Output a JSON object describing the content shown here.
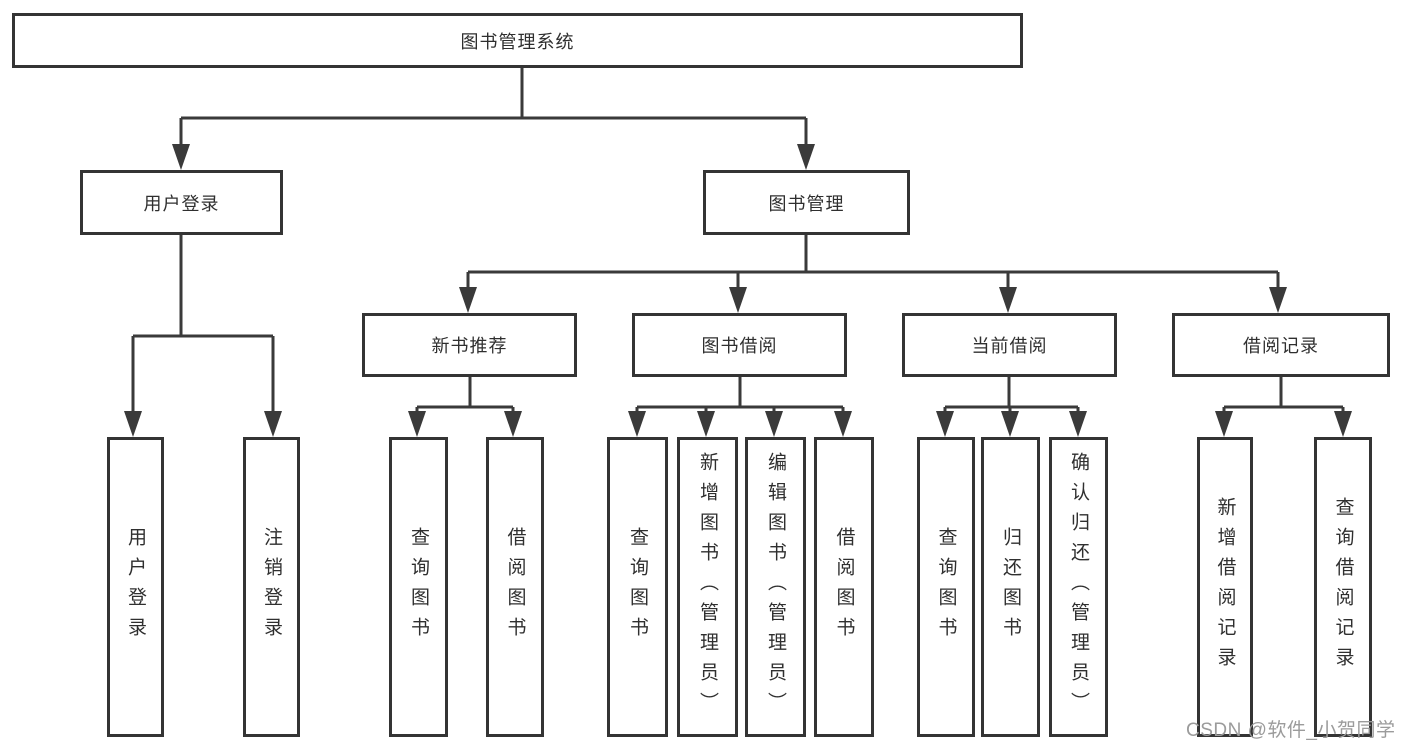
{
  "colors": {
    "line": "#3a3a3a",
    "box_border": "#343434",
    "text": "#2f2f2f",
    "background": "#ffffff",
    "watermark": "#9b9b9b"
  },
  "watermark": {
    "text": "CSDN @软件_小贺同学"
  },
  "tree": {
    "label": "图书管理系统",
    "children": [
      {
        "label": "用户登录",
        "children": [
          {
            "label": "用户登录"
          },
          {
            "label": "注销登录"
          }
        ]
      },
      {
        "label": "图书管理",
        "children": [
          {
            "label": "新书推荐",
            "children": [
              {
                "label": "查询图书"
              },
              {
                "label": "借阅图书"
              }
            ]
          },
          {
            "label": "图书借阅",
            "children": [
              {
                "label": "查询图书"
              },
              {
                "label": "新增图书（管理员）"
              },
              {
                "label": "编辑图书（管理员）"
              },
              {
                "label": "借阅图书"
              }
            ]
          },
          {
            "label": "当前借阅",
            "children": [
              {
                "label": "查询图书"
              },
              {
                "label": "归还图书"
              },
              {
                "label": "确认归还（管理员）"
              }
            ]
          },
          {
            "label": "借阅记录",
            "children": [
              {
                "label": "新增借阅记录"
              },
              {
                "label": "查询借阅记录"
              }
            ]
          }
        ]
      }
    ]
  }
}
